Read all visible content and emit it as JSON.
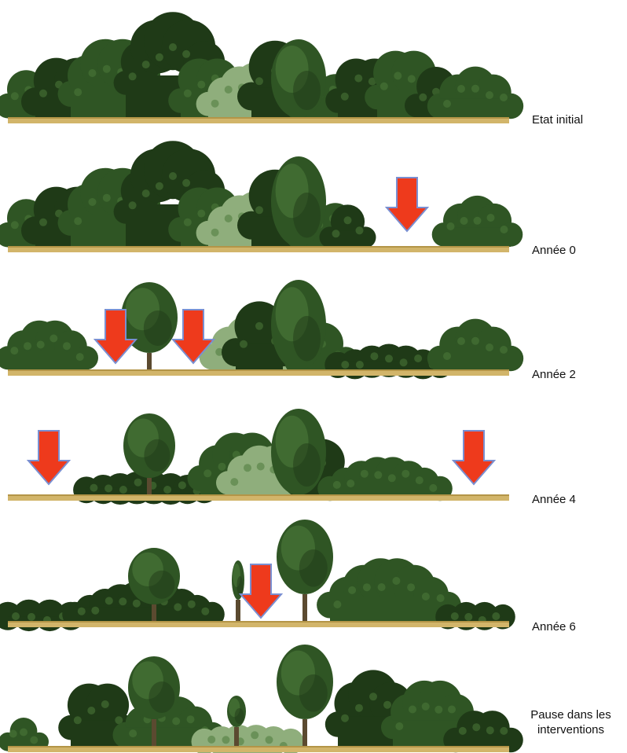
{
  "stages": [
    {
      "label": "Etat initial",
      "arrows": 0
    },
    {
      "label": "Année 0",
      "arrows": 1
    },
    {
      "label": "Année 2",
      "arrows": 2
    },
    {
      "label": "Année 4",
      "arrows": 2
    },
    {
      "label": "Année 6",
      "arrows": 1
    },
    {
      "label": "Pause dans les interventions",
      "arrows": 0
    }
  ],
  "colors": {
    "ground": "#d2b56a",
    "ground_dark": "#b39547",
    "foliage_dark": "#1f3a17",
    "foliage_mid": "#2f5524",
    "foliage_light": "#4c7a3a",
    "foliage_pale": "#8fae7c",
    "trunk": "#5b4a30",
    "arrow_fill": "#ee3a1c",
    "arrow_stroke": "#7a8fd1"
  }
}
